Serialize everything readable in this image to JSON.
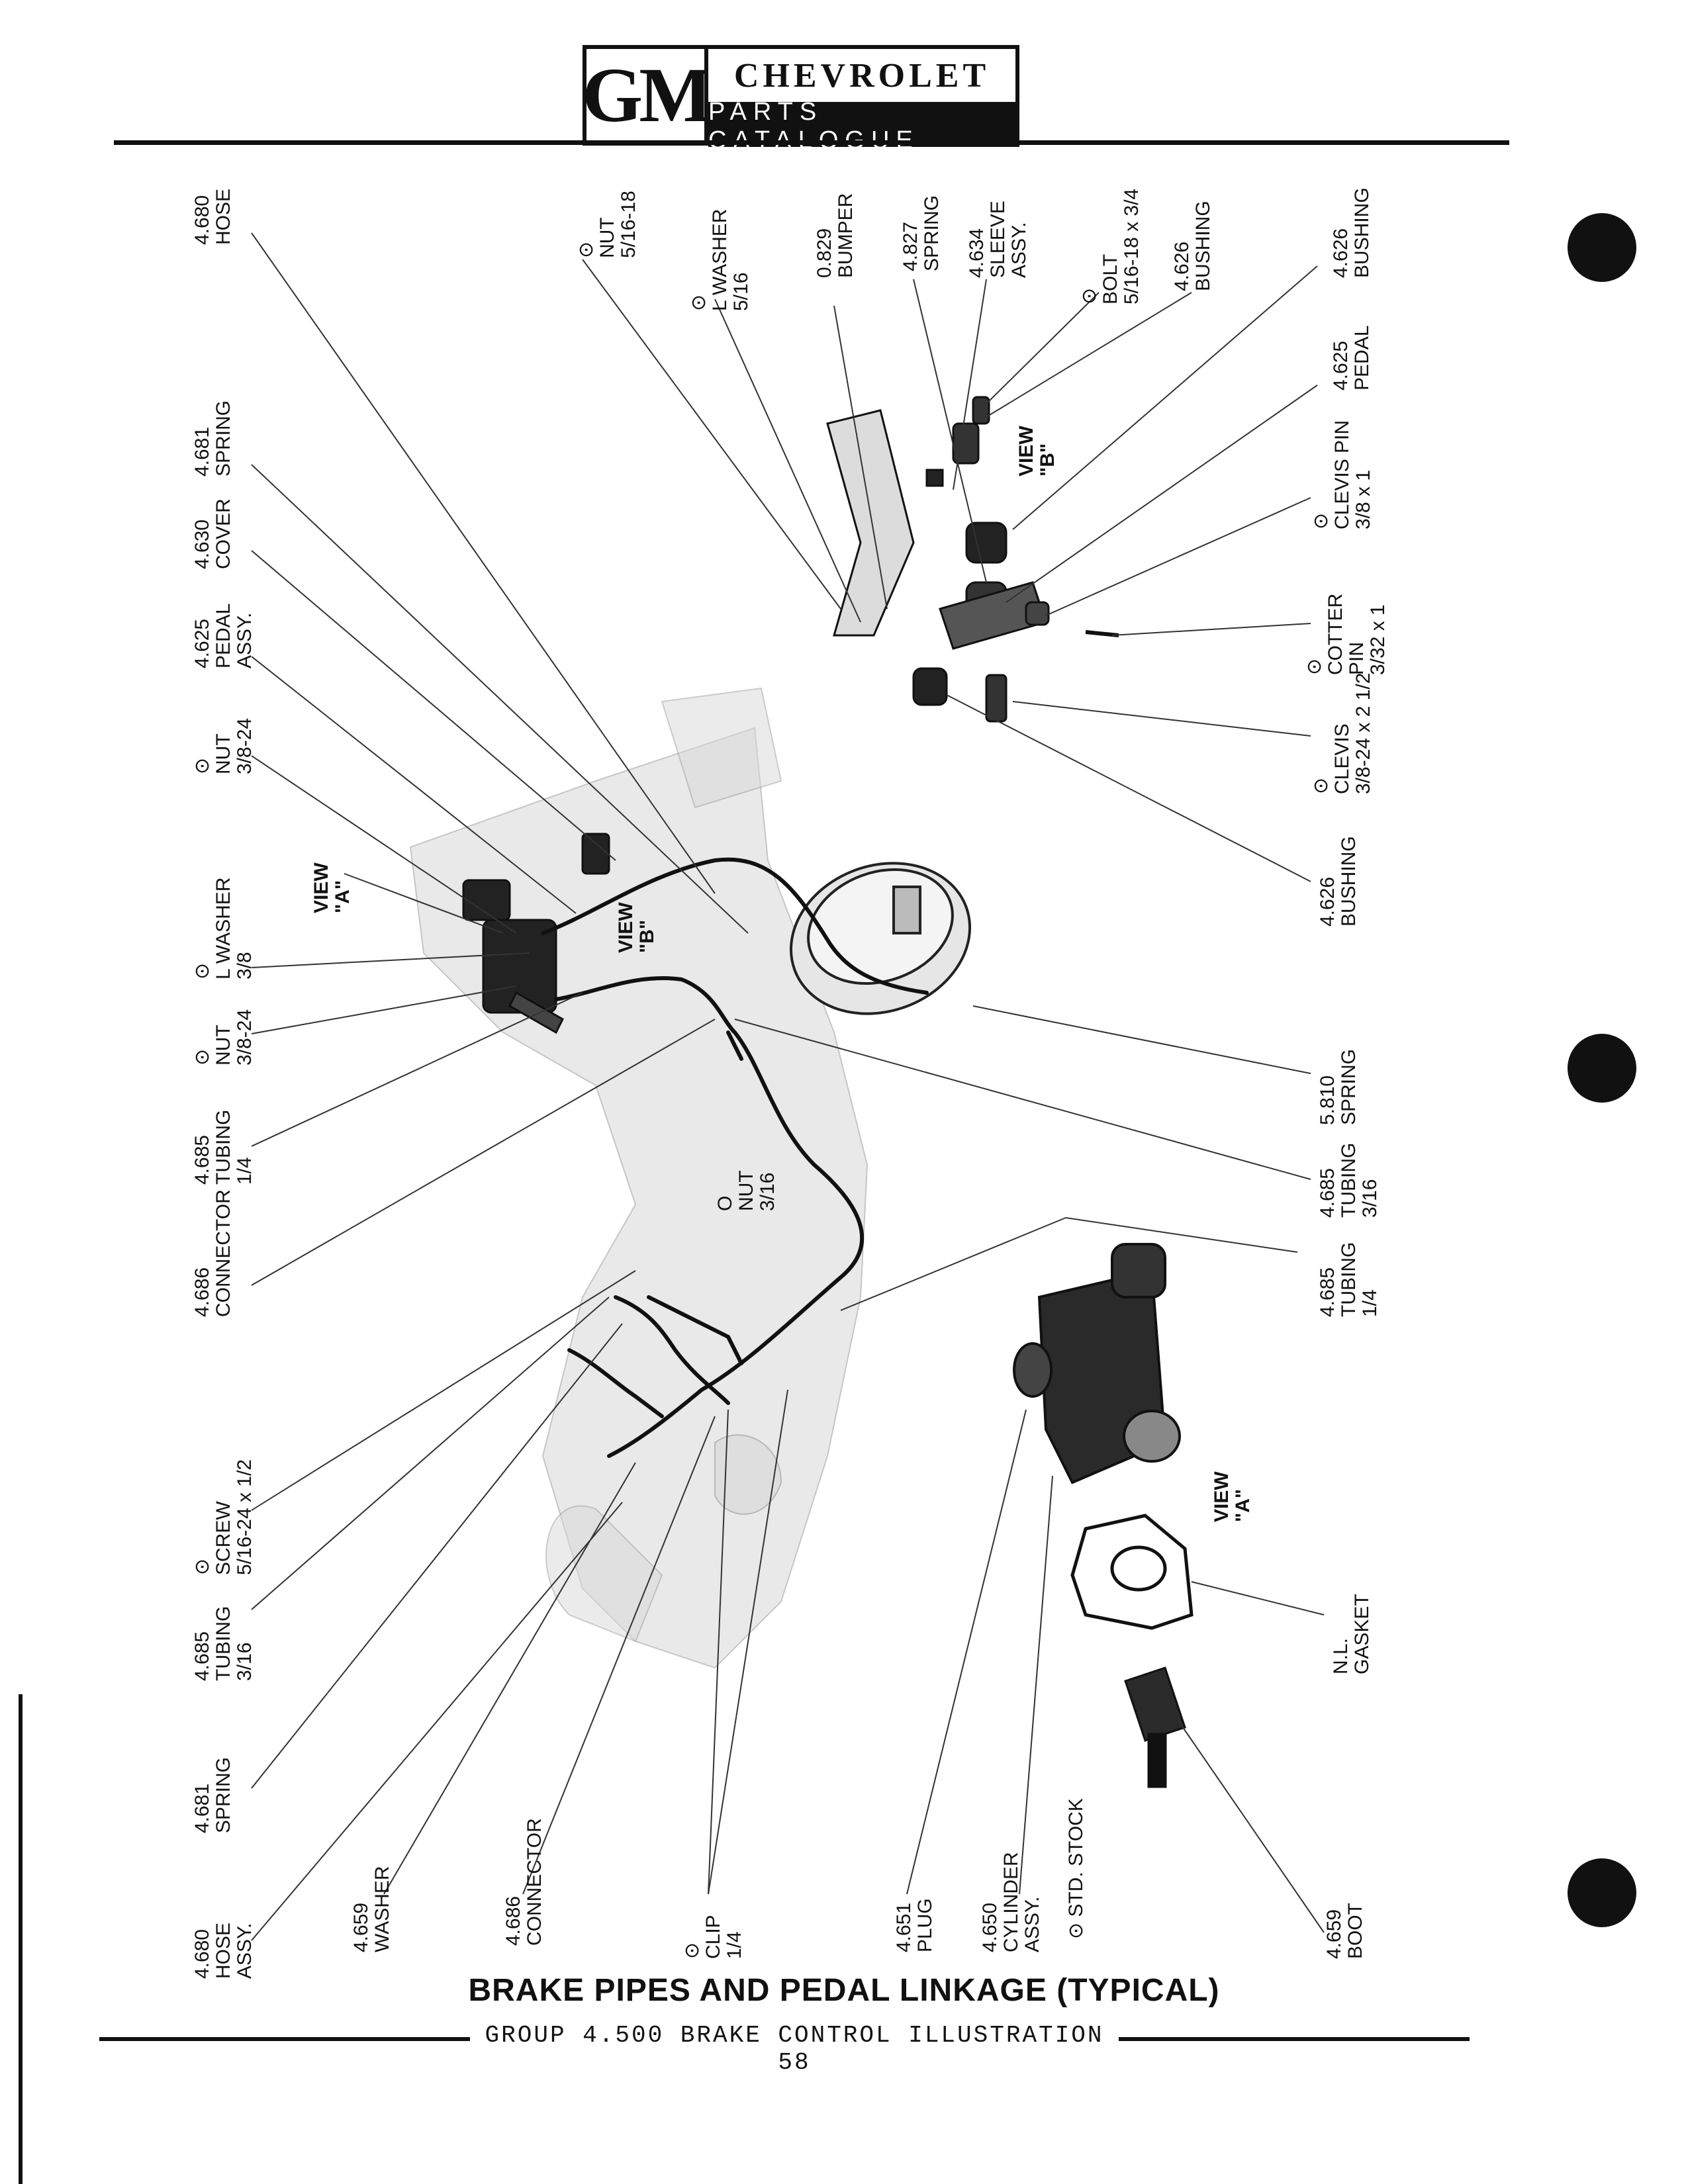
{
  "header": {
    "logo": "GM",
    "brand": "CHEVROLET",
    "subtitle": "PARTS CATALOGUE"
  },
  "callouts": {
    "hose_top": [
      "4.680",
      "HOSE"
    ],
    "spring_681_top": [
      "4.681",
      "SPRING"
    ],
    "cover": [
      "4.630",
      "COVER"
    ],
    "pedal_assy": [
      "4.625",
      "PEDAL",
      "ASSY."
    ],
    "nut_38_24_a": [
      "⊙",
      "NUT",
      "3/8-24"
    ],
    "view_a_left": [
      "VIEW",
      "\"A\""
    ],
    "lwasher_38": [
      "⊙",
      "L WASHER",
      "3/8"
    ],
    "view_b_mid": [
      "VIEW",
      "\"B\""
    ],
    "nut_38_24_b": [
      "⊙",
      "NUT",
      "3/8-24"
    ],
    "tubing_685_14_left": [
      "4.685",
      "TUBING",
      "1/4"
    ],
    "connector_686_left": [
      "4.686",
      "CONNECTOR"
    ],
    "screw": [
      "⊙",
      "SCREW",
      "5/16-24 x 1/2"
    ],
    "tubing_685_316_left": [
      "4.685",
      "TUBING",
      "3/16"
    ],
    "spring_681_bottom": [
      "4.681",
      "SPRING"
    ],
    "hose_assy": [
      "4.680",
      "HOSE",
      "ASSY."
    ],
    "washer_659": [
      "4.659",
      "WASHER"
    ],
    "connector_686_bottom": [
      "4.686",
      "CONNECTOR"
    ],
    "clip": [
      "⊙",
      "CLIP",
      "1/4"
    ],
    "plug": [
      "4.651",
      "PLUG"
    ],
    "cylinder_assy": [
      "4.650",
      "CYLINDER",
      "ASSY."
    ],
    "std_stock": [
      "⊙ STD. STOCK"
    ],
    "boot": [
      "4.659",
      "BOOT"
    ],
    "nut_516_18": [
      "⊙",
      "NUT",
      "5/16-18"
    ],
    "lwasher_516": [
      "⊙",
      "L WASHER",
      "5/16"
    ],
    "bumper": [
      "0.829",
      "BUMPER"
    ],
    "spring_827": [
      "4.827",
      "SPRING"
    ],
    "sleeve_assy": [
      "4.634",
      "SLEEVE",
      "ASSY."
    ],
    "bolt": [
      "⊙",
      "BOLT",
      "5/16-18 x 3/4"
    ],
    "bushing_626_a": [
      "4.626",
      "BUSHING"
    ],
    "bushing_626_b": [
      "4.626",
      "BUSHING"
    ],
    "pedal_625": [
      "4.625",
      "PEDAL"
    ],
    "view_b_top": [
      "VIEW",
      "\"B\""
    ],
    "clevis_pin": [
      "⊙",
      "CLEVIS PIN",
      "3/8 x 1"
    ],
    "cotter_pin": [
      "⊙",
      "COTTER",
      "PIN",
      "3/32 x 1"
    ],
    "clevis": [
      "⊙",
      "CLEVIS",
      "3/8-24 x 2 1/2"
    ],
    "bushing_626_c": [
      "4.626",
      "BUSHING"
    ],
    "spring_810": [
      "5.810",
      "SPRING"
    ],
    "tubing_685_316_right": [
      "4.685",
      "TUBING",
      "3/16"
    ],
    "tubing_685_14_right": [
      "4.685",
      "TUBING",
      "1/4"
    ],
    "nut_316": [
      "O",
      "NUT",
      "3/16"
    ],
    "view_a_right": [
      "VIEW",
      "\"A\""
    ],
    "gasket": [
      "N.L.",
      "GASKET"
    ]
  },
  "caption": "BRAKE PIPES AND PEDAL LINKAGE (TYPICAL)",
  "footer": "GROUP 4.500 BRAKE CONTROL ILLUSTRATION 58"
}
